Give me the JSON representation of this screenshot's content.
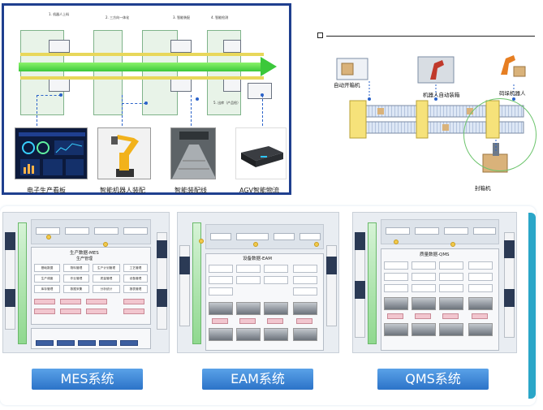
{
  "production_line": {
    "station_labels": [
      "1. 机器人上料",
      "2. 三方向一体化",
      "3. 智能装配",
      "4. 智能检测",
      "5. 出库（产品检）"
    ],
    "thumbnails": [
      {
        "caption": "电子生产看板",
        "icon": "dashboard-screen"
      },
      {
        "caption": "智能机器人装配",
        "icon": "industrial-robot-arm"
      },
      {
        "caption": "智能装配线",
        "icon": "assembly-line"
      },
      {
        "caption": "AGV智能物流",
        "icon": "agv-vehicle"
      }
    ]
  },
  "packing_line": {
    "labels": [
      "自动开箱机",
      "机器人自动装箱",
      "码垛机器人",
      "封箱机"
    ]
  },
  "systems": [
    {
      "name": "MES系统",
      "panel_title": "生产数据-MES",
      "sub_title": "生产管理"
    },
    {
      "name": "EAM系统",
      "panel_title": "设备数据-EAM"
    },
    {
      "name": "QMS系统",
      "panel_title": "质量数据-QMS"
    }
  ],
  "mes_grid": [
    [
      "基础数据",
      "物料管理",
      "生产计划管理",
      "工艺管理"
    ],
    [
      "生产调度",
      "作业管理",
      "质量管理",
      "设备管理"
    ],
    [
      "库存管理",
      "数据采集",
      "分析统计",
      "报表管理"
    ]
  ],
  "colors": {
    "panel_border": "#1f3f8f",
    "arrow_green": "#3bc83b",
    "button_blue": "#2c73c8",
    "accent_cyan": "#2aa6c8"
  }
}
